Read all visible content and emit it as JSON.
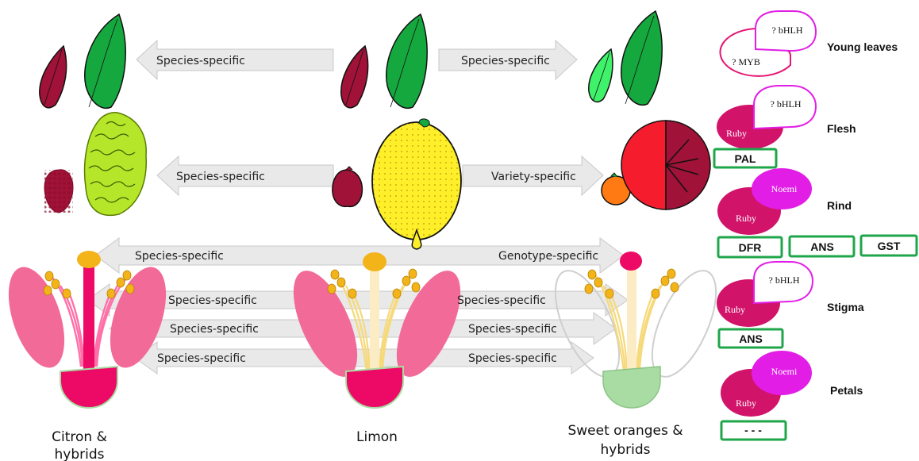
{
  "arrows": {
    "leaves_left": "Species-specific",
    "leaves_right": "Species-specific",
    "fruit_left": "Species-specific",
    "fruit_right": "Variety-specific",
    "stigma_left": "Species-specific",
    "stigma_right": "Genotype-specific",
    "petal_left": "Species-specific",
    "petal_right": "Species-specific",
    "filament_left": "Species-specific",
    "filament_right": "Species-specific",
    "ovary_left": "Species-specific",
    "ovary_right": "Species-specific"
  },
  "plants": {
    "citron_line1": "Citron &",
    "citron_line2": "hybrids",
    "limon": "Limon",
    "orange_line1": "Sweet oranges &",
    "orange_line2": "hybrids"
  },
  "tissues": {
    "leaves": {
      "name": "Young leaves",
      "tf_a": "? bHLH",
      "tf_b": "? MYB"
    },
    "flesh": {
      "name": "Flesh",
      "tf_a": "? bHLH",
      "tf_b": "Ruby",
      "genes": [
        "PAL"
      ]
    },
    "rind": {
      "name": "Rind",
      "tf_a": "Noemi",
      "tf_b": "Ruby",
      "genes": [
        "DFR",
        "ANS",
        "GST"
      ]
    },
    "stigma": {
      "name": "Stigma",
      "tf_a": "? bHLH",
      "tf_b": "Ruby",
      "genes": [
        "ANS"
      ]
    },
    "petals": {
      "name": "Petals",
      "tf_a": "Noemi",
      "tf_b": "Ruby",
      "genes": [
        "- - -"
      ]
    }
  },
  "colors": {
    "red_leaf": "#a01237",
    "green_leaf": "#15a83e",
    "light_green_leaf": "#3ff26a",
    "lemon": "#ffef2a",
    "citron": "#b6e62a",
    "orange": "#ff7a12",
    "ruby": "#d1136a",
    "noemi": "#e21ee6",
    "pink_petal": "#f26a98",
    "ovary": "#ec0a66",
    "ovary_green": "#a9dca3",
    "anther": "#f3b41a",
    "gene_box": "#1fa64a",
    "arrow_fill": "#e9e9e9"
  }
}
